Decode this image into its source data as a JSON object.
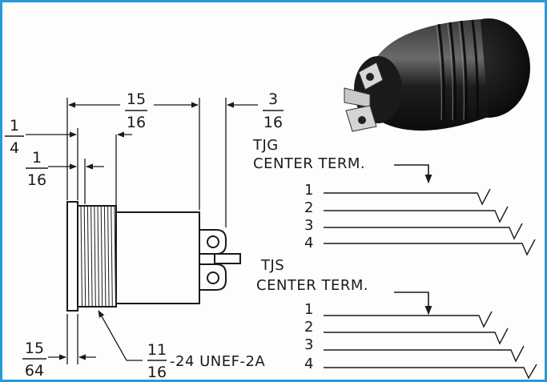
{
  "dimensions": {
    "body_length": {
      "num": "15",
      "den": "16"
    },
    "terminal_extension": {
      "num": "3",
      "den": "16"
    },
    "flange_to_thread": {
      "num": "1",
      "den": "4"
    },
    "flange_thickness": {
      "num": "1",
      "den": "16"
    },
    "flange_offset": {
      "num": "15",
      "den": "64"
    },
    "thread_size": {
      "num": "11",
      "den": "16",
      "suffix": "-24 UNEF-2A"
    }
  },
  "tjg": {
    "title": "TJG",
    "subtitle": "CENTER TERM.",
    "contacts": [
      "1",
      "2",
      "3",
      "4"
    ]
  },
  "tjs": {
    "title": "TJS",
    "subtitle": "CENTER TERM.",
    "contacts": [
      "1",
      "2",
      "3",
      "4"
    ]
  },
  "colors": {
    "frame": "#2a9ad6",
    "ink": "#1a1a1a",
    "paper": "#fdfdfb"
  }
}
